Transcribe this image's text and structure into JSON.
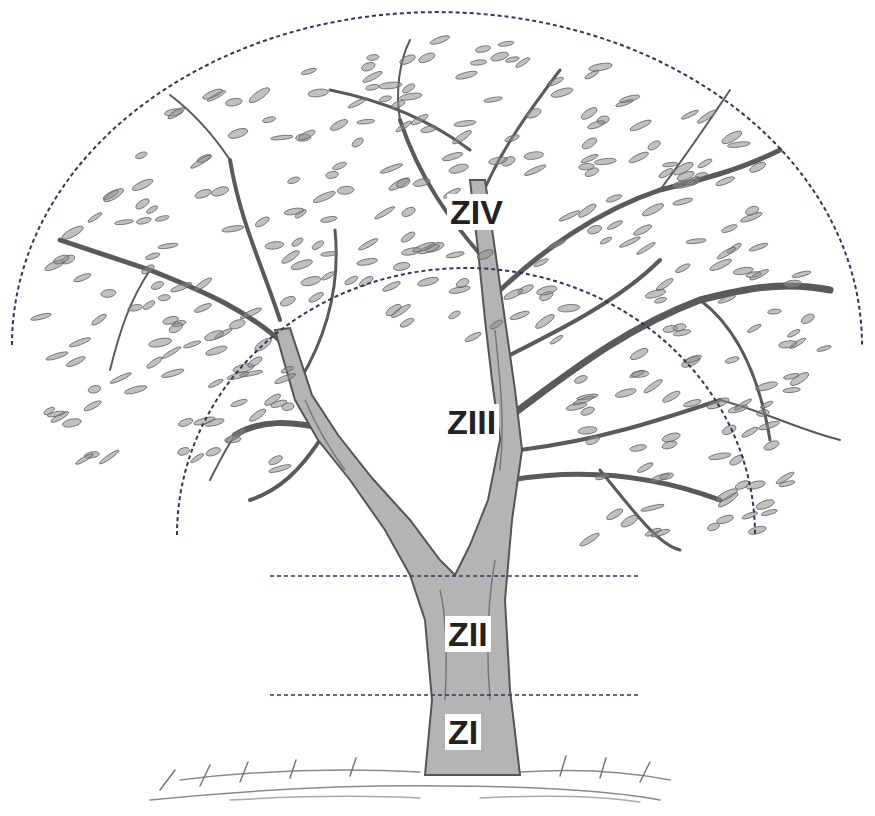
{
  "diagram": {
    "labels": [
      "ZIV",
      "ZIII",
      "ZII",
      "ZI"
    ]
  }
}
